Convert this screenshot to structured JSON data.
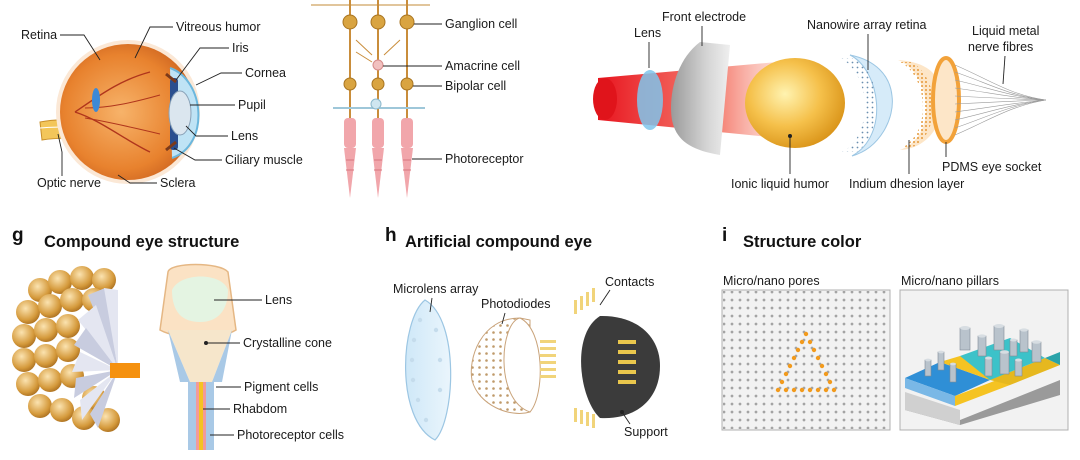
{
  "human_eye": {
    "retina": "Retina",
    "vitreous_humor": "Vitreous humor",
    "iris": "Iris",
    "cornea": "Cornea",
    "pupil": "Pupil",
    "lens": "Lens",
    "ciliary_muscle": "Ciliary muscle",
    "optic_nerve": "Optic nerve",
    "sclera": "Sclera"
  },
  "retina_cells": {
    "ganglion": "Ganglion cell",
    "amacrine": "Amacrine cell",
    "bipolar": "Bipolar cell",
    "photoreceptor": "Photoreceptor"
  },
  "artificial_eye": {
    "lens": "Lens",
    "front_electrode": "Front electrode",
    "nanowire": "Nanowire array retina",
    "liquid_metal_1": "Liquid metal",
    "liquid_metal_2": "nerve fibres",
    "ionic": "Ionic liquid humor",
    "indium": "Indium dhesion layer",
    "pdms": "PDMS eye socket"
  },
  "panel_g": {
    "letter": "g",
    "title": "Compound eye structure",
    "lens": "Lens",
    "crystalline_cone": "Crystalline cone",
    "pigment_cells": "Pigment cells",
    "rhabdom": "Rhabdom",
    "photoreceptor_cells": "Photoreceptor cells"
  },
  "panel_h": {
    "letter": "h",
    "title": "Artificial compound eye",
    "microlens": "Microlens array",
    "photodiodes": "Photodiodes",
    "contacts": "Contacts",
    "support": "Support"
  },
  "panel_i": {
    "letter": "i",
    "title": "Structure color",
    "pores": "Micro/nano pores",
    "pillars": "Micro/nano pillars"
  },
  "colors": {
    "eye_orange": "#e8822e",
    "gold": "#d9a441",
    "blue_light": "#a9d6f0",
    "pink_cell": "#f1a6ab",
    "teal": "#3cc2c9",
    "yellow_block": "#f5c322"
  }
}
